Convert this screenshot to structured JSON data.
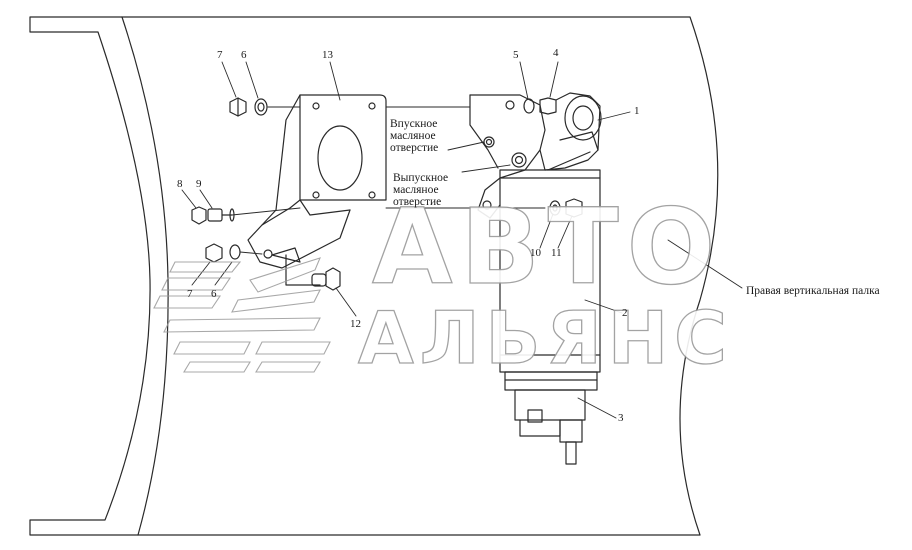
{
  "callouts": {
    "p1": "1",
    "p2": "2",
    "p3": "3",
    "p4": "4",
    "p5": "5",
    "p6_top": "6",
    "p7_top": "7",
    "p8": "8",
    "p9": "9",
    "p10": "10",
    "p11": "11",
    "p12": "12",
    "p13": "13",
    "p7_bottom": "7",
    "p6_bottom": "6"
  },
  "notes": {
    "inlet": [
      "Впускное",
      "масляное",
      "отверстие"
    ],
    "outlet": [
      "Выпускное",
      "масляное",
      "отверстие"
    ],
    "rail": "Правая вертикальная палка"
  },
  "watermark": {
    "line1": "АВТО",
    "line2": "АЛЬЯНС"
  }
}
